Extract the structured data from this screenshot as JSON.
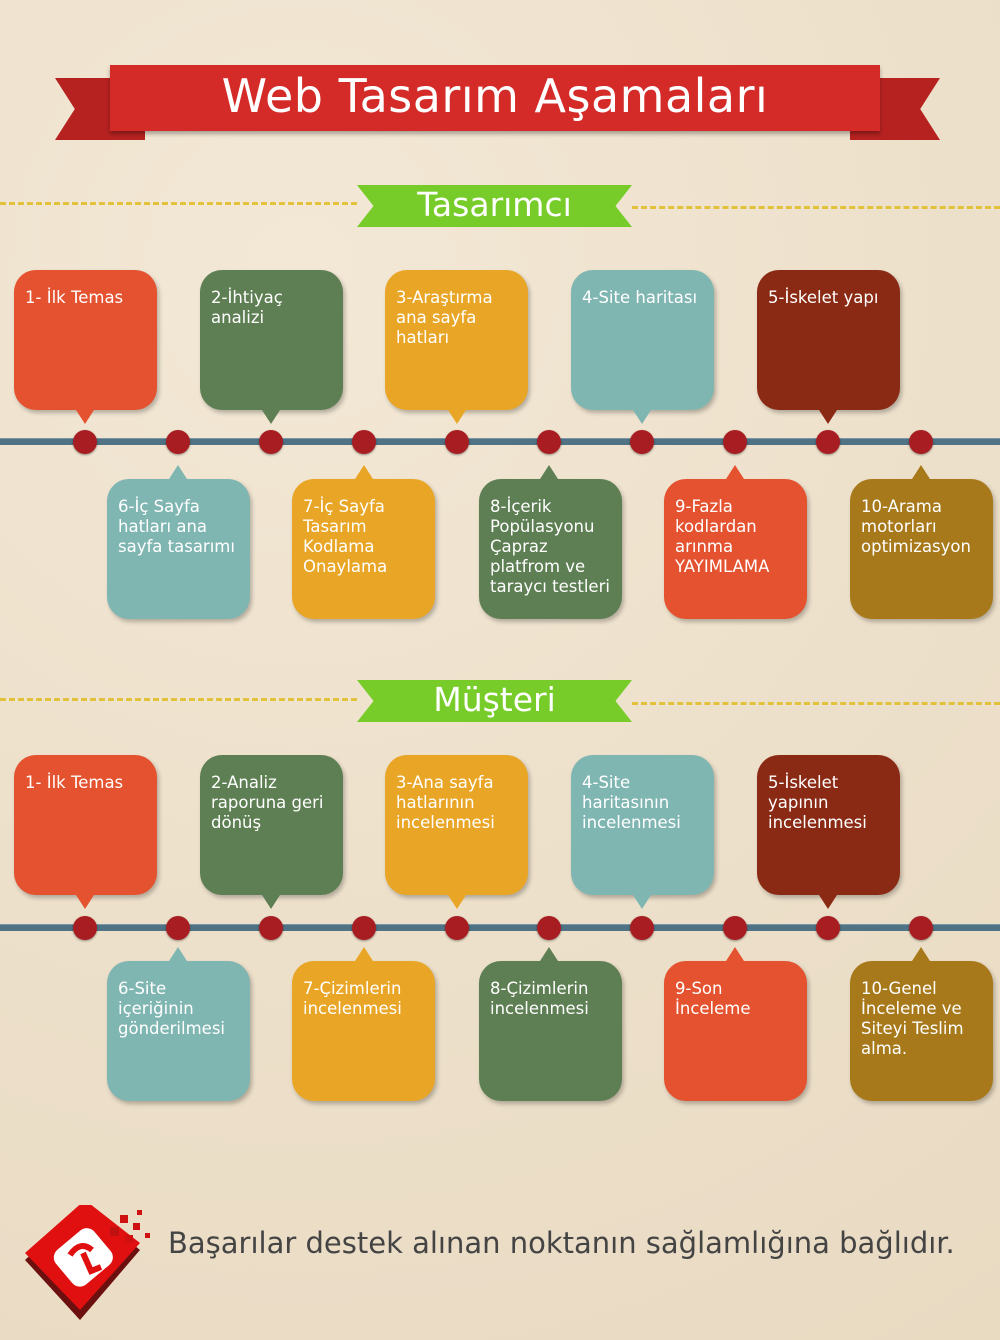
{
  "title": "Web Tasarım Aşamaları",
  "colors": {
    "orange": "#e4522f",
    "green": "#5e7f53",
    "yellow": "#e9a626",
    "teal": "#80b6b2",
    "brown": "#8a2a14",
    "gold": "#a8791a"
  },
  "sections": [
    {
      "label": "Tasarımcı",
      "steps": [
        {
          "text": "1- İlk Temas",
          "color": "orange"
        },
        {
          "text": "2-İhtiyaç analizi",
          "color": "green"
        },
        {
          "text": "3-Araştırma ana sayfa hatları",
          "color": "yellow"
        },
        {
          "text": "4-Site haritası",
          "color": "teal"
        },
        {
          "text": "5-İskelet yapı",
          "color": "brown"
        },
        {
          "text": "6-İç Sayfa hatları ana sayfa tasarımı",
          "color": "teal"
        },
        {
          "text": "7-İç Sayfa Tasarım Kodlama Onaylama",
          "color": "yellow"
        },
        {
          "text": "8-İçerik Popülasyonu Çapraz platfrom ve taraycı testleri",
          "color": "green"
        },
        {
          "text": "9-Fazla kodlardan arınma YAYIMLAMA",
          "color": "orange"
        },
        {
          "text": "10-Arama motorları optimizasyon",
          "color": "gold"
        }
      ]
    },
    {
      "label": "Müşteri",
      "steps": [
        {
          "text": "1- İlk Temas",
          "color": "orange"
        },
        {
          "text": "2-Analiz raporuna geri dönüş",
          "color": "green"
        },
        {
          "text": "3-Ana sayfa hatlarının incelenmesi",
          "color": "yellow"
        },
        {
          "text": "4-Site haritasının incelenmesi",
          "color": "teal"
        },
        {
          "text": "5-İskelet yapının incelenmesi",
          "color": "brown"
        },
        {
          "text": "6-Site içeriğinin gönderilmesi",
          "color": "teal"
        },
        {
          "text": "7-Çizimlerin incelenmesi",
          "color": "yellow"
        },
        {
          "text": "8-Çizimlerin incelenmesi",
          "color": "green"
        },
        {
          "text": "9-Son İnceleme",
          "color": "orange"
        },
        {
          "text": "10-Genel İnceleme ve Siteyi Teslim alma.",
          "color": "gold"
        }
      ]
    }
  ],
  "footer": "Başarılar destek alınan noktanın sağlamlığına bağlıdır."
}
